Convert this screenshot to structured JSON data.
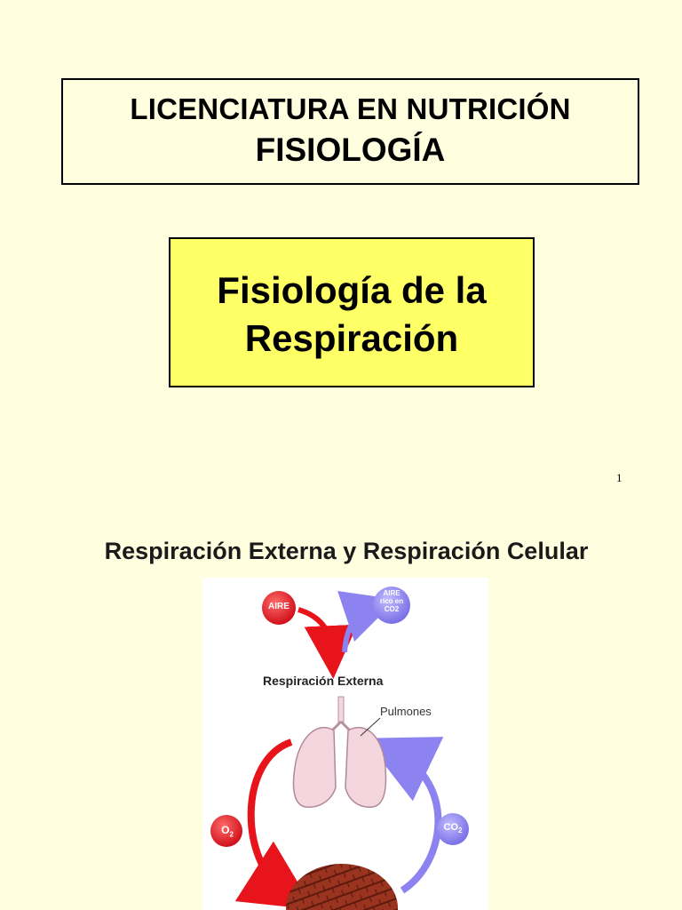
{
  "header": {
    "program": "LICENCIATURA EN NUTRICIÓN",
    "course": "FISIOLOGÍA"
  },
  "title": {
    "line1": "Fisiología de la",
    "line2": "Respiración"
  },
  "page_number": "1",
  "slide2": {
    "title": "Respiración Externa y Respiración Celular",
    "diagram": {
      "air_in": "AIRE",
      "air_out_line1": "AIRE",
      "air_out_line2": "rico en",
      "air_out_line3": "CO2",
      "external_respiration": "Respiración Externa",
      "lungs_label": "Pulmones",
      "o2": "O",
      "o2_sub": "2",
      "co2": "CO",
      "co2_sub": "2"
    }
  },
  "colors": {
    "background": "#FFFFE0",
    "title_box": "#FFFF66",
    "red_arrow": "#E8141C",
    "purple_arrow": "#8C82F0",
    "lungs": "#F3D6DE",
    "tissue": "#8B2C1A"
  }
}
